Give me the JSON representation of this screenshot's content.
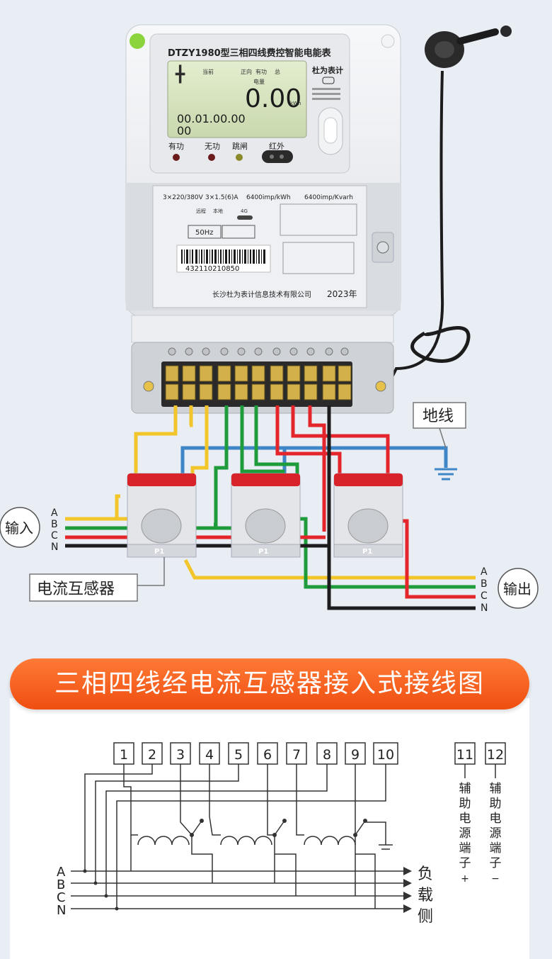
{
  "meter": {
    "model_title": "DTZY1980型三相四线费控智能电能表",
    "brand": "杜为表计",
    "lcd_reading": "0.00",
    "lcd_unit": "kWh",
    "lcd_labels": [
      "当前",
      "正向",
      "有功",
      "总",
      "电量"
    ],
    "lcd_date": "00.01.00.00",
    "lcd_sub": "00",
    "indicators": [
      "有功",
      "无功",
      "跳闸",
      "红外"
    ],
    "spec_voltage": "3×220/380V",
    "spec_current": "3×1.5(6)A",
    "spec_const_active": "6400imp/kWh",
    "spec_const_reactive": "6400imp/Kvarh",
    "comm_labels": [
      "远程",
      "本地",
      "4G"
    ],
    "frequency": "50Hz",
    "serial_number": "432110210850",
    "manufacturer": "长沙杜为表计信息技术有限公司",
    "year": "2023年"
  },
  "wiring": {
    "ground_label": "地线",
    "input_label": "输入",
    "output_label": "输出",
    "ct_label": "电流互感器",
    "ct_marking": "P1",
    "phases": [
      "A",
      "B",
      "C",
      "N"
    ],
    "colors": {
      "A": "#f2c62b",
      "B": "#1e9b3a",
      "C": "#e4252b",
      "N": "#1c1c1c",
      "ground": "#3f86c9",
      "ct_body": "#d8232a"
    }
  },
  "banner": {
    "title": "三相四线经电流互感器接入式接线图"
  },
  "schematic": {
    "terminals": [
      "1",
      "2",
      "3",
      "4",
      "5",
      "6",
      "7",
      "8",
      "9",
      "10"
    ],
    "aux_terminals": [
      "11",
      "12"
    ],
    "aux_label": "辅助电源端子",
    "aux_polarity": [
      "+",
      "−"
    ],
    "phases": [
      "A",
      "B",
      "C",
      "N"
    ],
    "load_side_label": "负载侧"
  }
}
